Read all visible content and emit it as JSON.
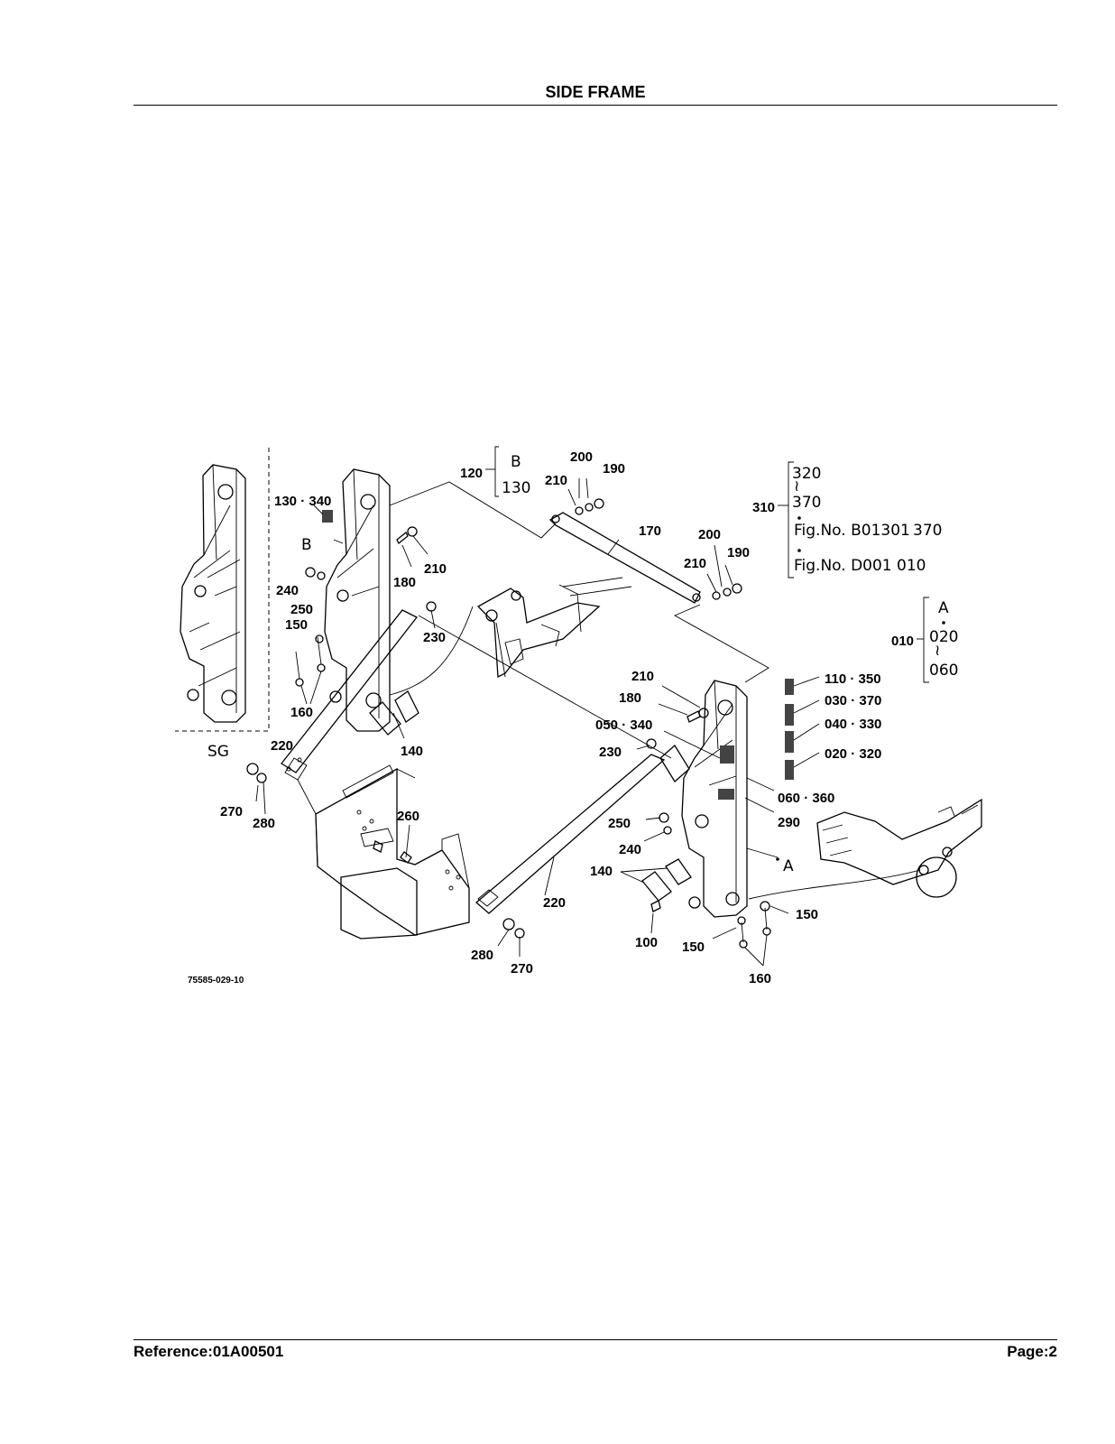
{
  "header": {
    "title": "SIDE FRAME"
  },
  "footer": {
    "reference": "Reference:01A00501",
    "page": "Page:2"
  },
  "diagram": {
    "drawing_code": "75585-029-10",
    "variant_label": "SG",
    "callouts": {
      "c130_340": "130 · 340",
      "cB_left": "B",
      "c240_a": "240",
      "c250_a": "250",
      "c150_a": "150",
      "c160_a": "160",
      "c180_a": "180",
      "c210_a": "210",
      "c230_a": "230",
      "c140_a": "140",
      "c220_a": "220",
      "c270_a": "270",
      "c280_a": "280",
      "c260": "260",
      "c120": "120",
      "cB_top": "B",
      "c130_top": "130",
      "c200_a": "200",
      "c190_a": "190",
      "c210_b": "210",
      "c170": "170",
      "c200_b": "200",
      "c210_c": "210",
      "c190_b": "190",
      "c320": "320",
      "c310": "310",
      "c370": "370",
      "fig_b": "Fig.No. B01301",
      "fig_b_end": "370",
      "fig_d": "Fig.No. D001",
      "fig_d_end": "010",
      "cA_top": "A",
      "c010": "010",
      "c020": "020",
      "c060": "060",
      "c210_d": "210",
      "c180_b": "180",
      "c050_340": "050 · 340",
      "c230_b": "230",
      "c110_350": "110 · 350",
      "c030_370": "030 · 370",
      "c040_330": "040 · 330",
      "c020_320": "020 · 320",
      "c060_360": "060 · 360",
      "c290": "290",
      "c250_b": "250",
      "c240_b": "240",
      "cA_right": "A",
      "c140_b": "140",
      "c220_b": "220",
      "c150_b": "150",
      "c150_c": "150",
      "c100": "100",
      "c160_b": "160",
      "c280_b": "280",
      "c270_b": "270"
    }
  }
}
